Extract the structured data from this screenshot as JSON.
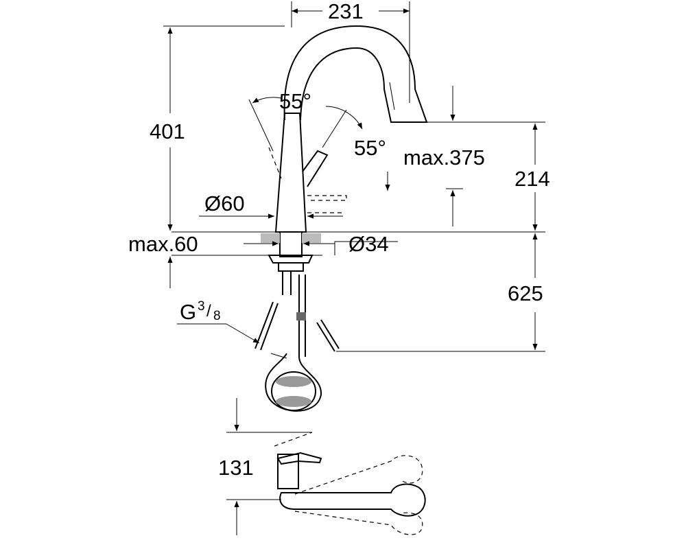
{
  "dimensions": {
    "spout_reach": "231",
    "total_height": "401",
    "lever_angle_left": "55°",
    "lever_angle_right": "55°",
    "max_spout_height": "max.375",
    "outlet_height": "214",
    "base_diameter": "Ø60",
    "max_deck_thickness": "max.60",
    "hole_diameter": "Ø34",
    "hose_length": "625",
    "connection_label": "G",
    "connection_fraction_num": "3",
    "connection_fraction_den": "8",
    "top_view_offset": "131"
  },
  "colors": {
    "line": "#000000",
    "fill_gray": "#d9d9d9",
    "background": "#ffffff"
  }
}
